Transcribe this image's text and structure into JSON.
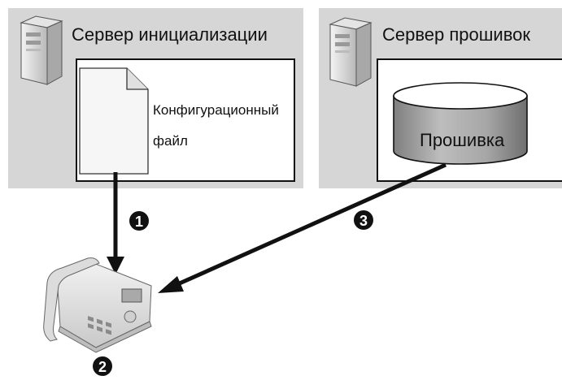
{
  "init_server": {
    "title": "Сервер инициализации"
  },
  "config_file": {
    "line1": "Конфигурационный",
    "line2": "файл"
  },
  "fw_server": {
    "title": "Сервер прошивок"
  },
  "firmware": {
    "label": "Прошивка"
  },
  "steps": {
    "one": "1",
    "two": "2",
    "three": "3"
  },
  "colors": {
    "panel": "#d6d6d6",
    "ink": "#111111",
    "db_grey": "#9a9a9a"
  }
}
